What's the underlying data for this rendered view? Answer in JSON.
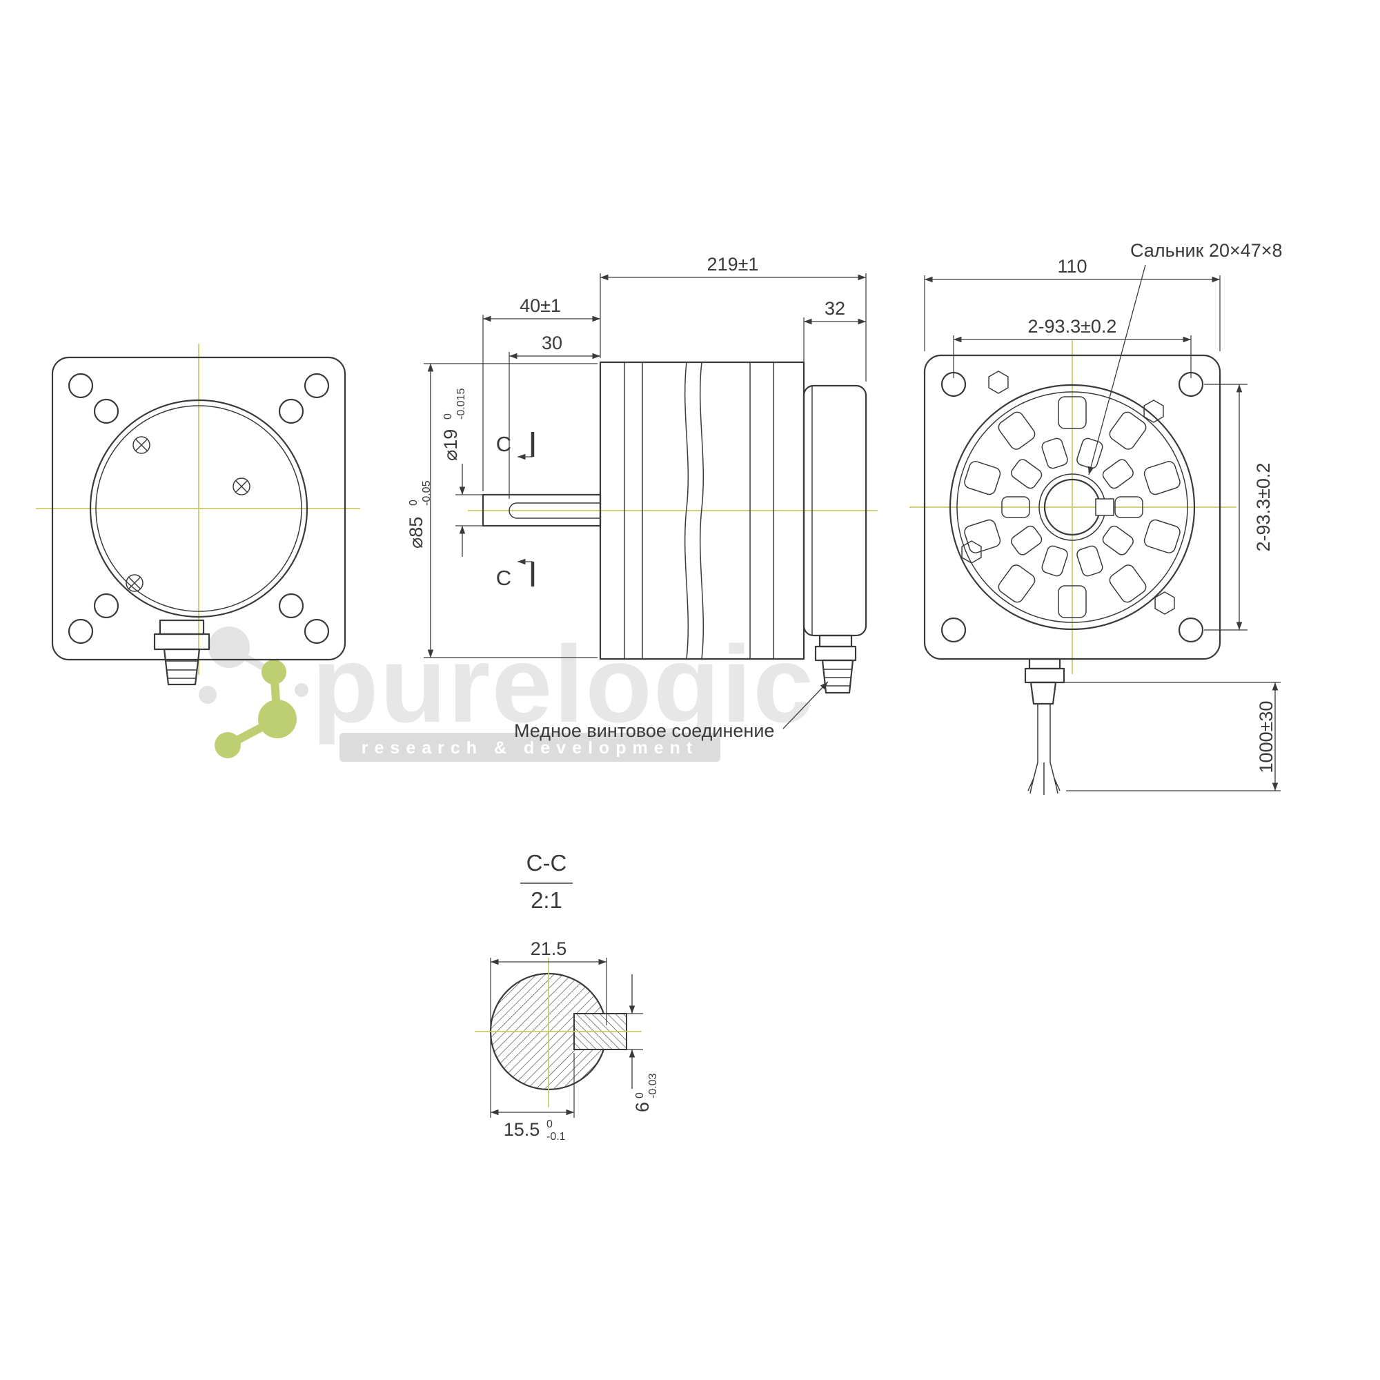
{
  "watermark": {
    "brand": "purelogic",
    "tagline": "research & development"
  },
  "labels": {
    "seal_callout": "Сальник 20×47×8",
    "copper_callout": "Медное винтовое соединение",
    "section_title": "C-C",
    "section_scale": "2:1",
    "section_cut_marker": "C"
  },
  "dimensions": {
    "overall_length": "219±1",
    "shaft_length": "40±1",
    "keyway_length": "30",
    "rear_housing_length": "32",
    "shaft_diameter": "⌀19",
    "shaft_diameter_tol_upper": "0",
    "shaft_diameter_tol_lower": "-0.015",
    "pilot_diameter": "⌀85",
    "pilot_diameter_tol_upper": "0",
    "pilot_diameter_tol_lower": "-0.05",
    "flange_size": "110",
    "mount_holes_horizontal": "2-93.3±0.2",
    "mount_holes_vertical": "2-93.3±0.2",
    "cable_length": "1000±30",
    "section_overall": "21.5",
    "section_flat": "15.5",
    "section_flat_tol_upper": "0",
    "section_flat_tol_lower": "-0.1",
    "key_width": "6",
    "key_width_tol_upper": "0",
    "key_width_tol_lower": "-0.03"
  },
  "colors": {
    "line": "#3a3a3a",
    "centerline": "#c9c96a",
    "watermark_text": "#e7e7e7",
    "watermark_green": "#becf72",
    "watermark_gray": "#e3e3e3",
    "watermark_bar": "#dcdcdc"
  }
}
